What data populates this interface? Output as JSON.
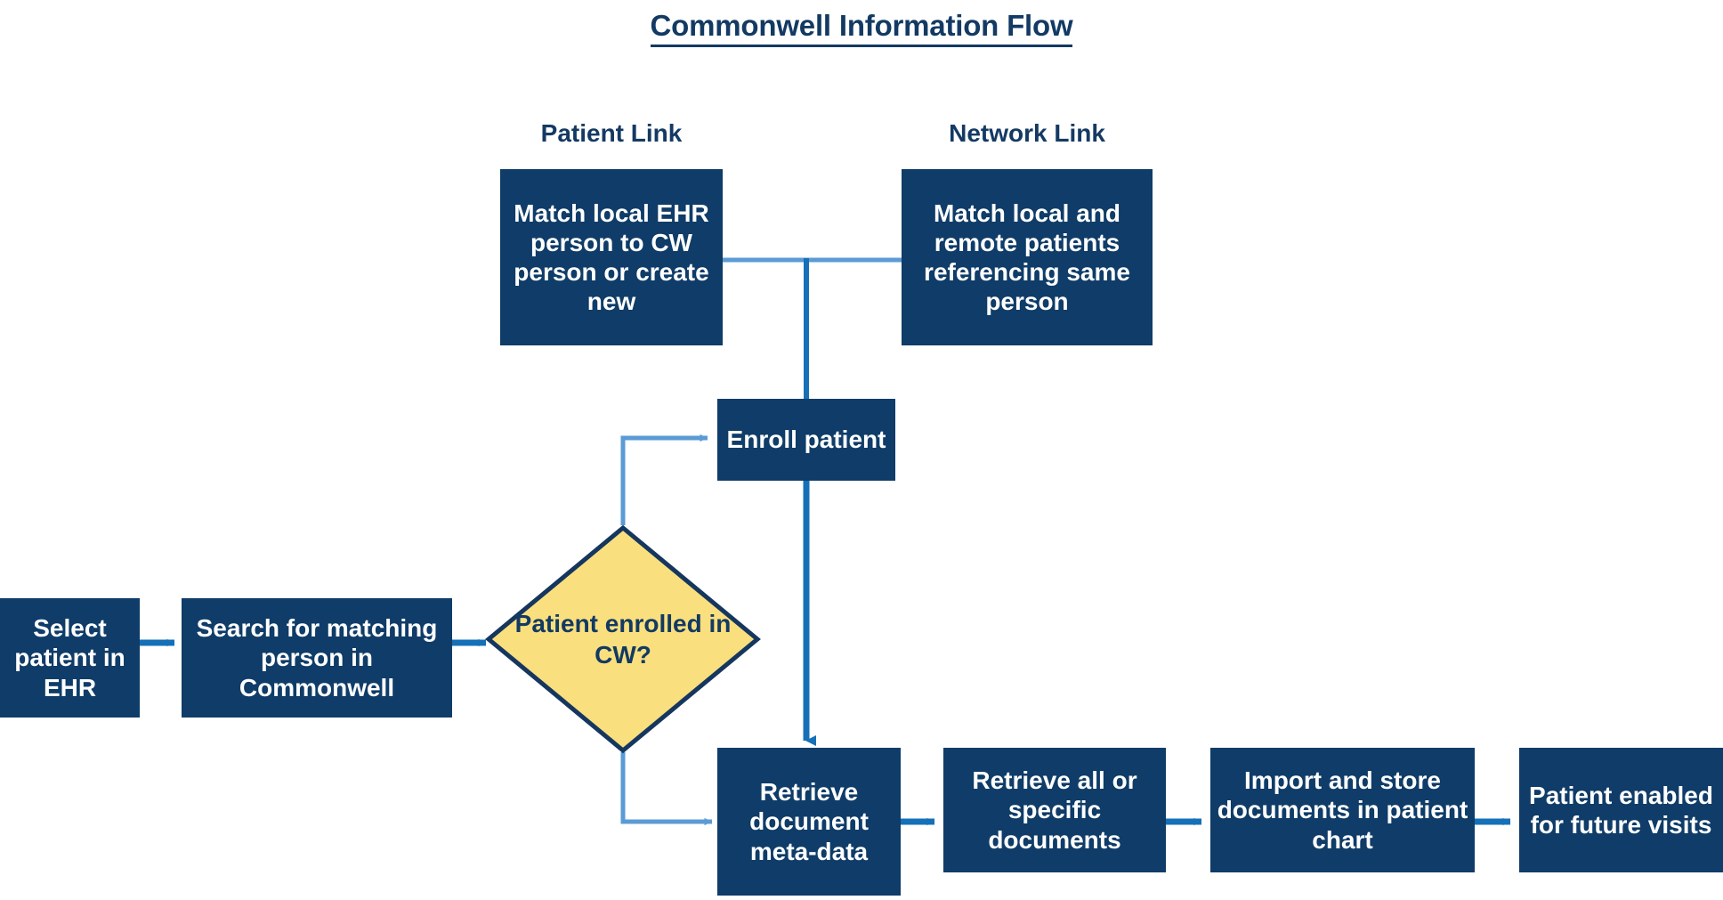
{
  "title": "Commonwell Information Flow",
  "colors": {
    "box_fill": "#0F3C68",
    "box_text": "#FFFFFF",
    "title_text": "#133A63",
    "caption_text": "#143A63",
    "decision_fill": "#FADF7F",
    "decision_border": "#15365E",
    "decision_text": "#123A62",
    "arrow_strong": "#1570B8",
    "arrow_light": "#5B9BD5",
    "background": "#FFFFFF"
  },
  "captions": {
    "patient_link": "Patient Link",
    "network_link": "Network Link"
  },
  "nodes": {
    "patient_link_box": "Match local EHR person to CW person or create new",
    "network_link_box": "Match local and remote patients referencing same person",
    "enroll_patient": "Enroll patient",
    "select_patient": "Select patient in EHR",
    "search_person": "Search for matching person in Commonwell",
    "retrieve_metadata": "Retrieve document meta-data",
    "retrieve_documents": "Retrieve all or specific documents",
    "import_store": "Import and store documents in patient chart",
    "patient_enabled": "Patient enabled for future visits"
  },
  "decision": {
    "label": "Patient enrolled in CW?"
  }
}
